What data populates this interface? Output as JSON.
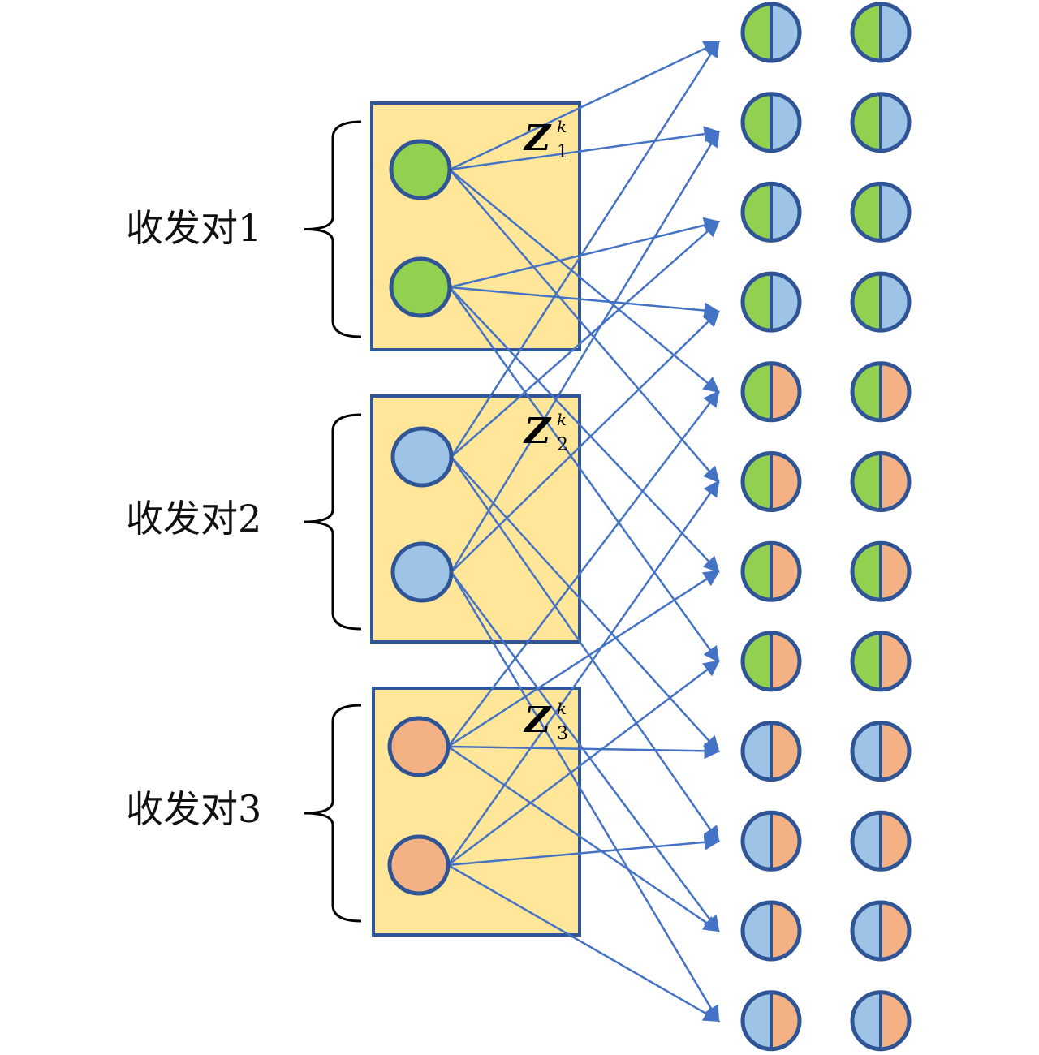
{
  "colors": {
    "green": "#92d050",
    "blue": "#9dc3e6",
    "orange": "#f4b183",
    "box_fill": "#ffe699",
    "stroke": "#2f5597",
    "arrow": "#4472c4"
  },
  "groups": [
    {
      "label": "收发对1",
      "z_main": "Z",
      "z_sub": "1",
      "z_sup": "k",
      "node_color": "green"
    },
    {
      "label": "收发对2",
      "z_main": "Z",
      "z_sub": "2",
      "z_sup": "k",
      "node_color": "blue"
    },
    {
      "label": "收发对3",
      "z_main": "Z",
      "z_sub": "3",
      "z_sup": "k",
      "node_color": "orange"
    }
  ],
  "right_rows": [
    [
      "green",
      "blue"
    ],
    [
      "green",
      "blue"
    ],
    [
      "green",
      "blue"
    ],
    [
      "green",
      "blue"
    ],
    [
      "green",
      "orange"
    ],
    [
      "green",
      "orange"
    ],
    [
      "green",
      "orange"
    ],
    [
      "green",
      "orange"
    ],
    [
      "blue",
      "orange"
    ],
    [
      "blue",
      "orange"
    ],
    [
      "blue",
      "orange"
    ],
    [
      "blue",
      "orange"
    ]
  ],
  "connections": [
    [
      0,
      [
        0,
        1,
        4,
        5
      ]
    ],
    [
      1,
      [
        2,
        3,
        6,
        7
      ]
    ],
    [
      2,
      [
        0,
        2,
        8,
        9
      ]
    ],
    [
      3,
      [
        1,
        3,
        10,
        11
      ]
    ],
    [
      4,
      [
        4,
        6,
        8,
        10
      ]
    ],
    [
      5,
      [
        5,
        7,
        9,
        11
      ]
    ]
  ]
}
